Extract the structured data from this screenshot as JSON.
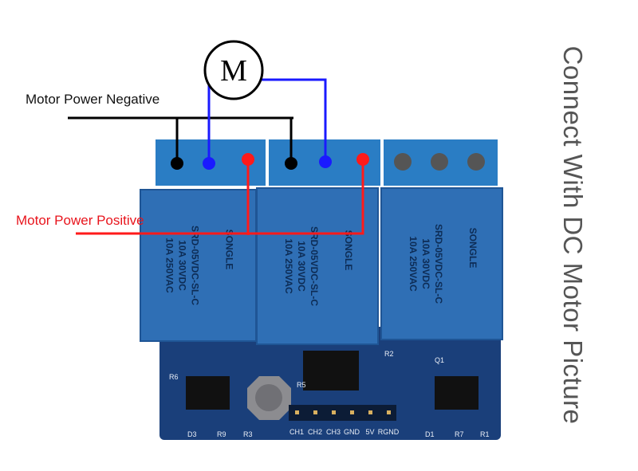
{
  "title": "Connect With DC Motor Picture",
  "labels": {
    "motor": "M",
    "negative": "Motor Power Negative",
    "positive": "Motor Power Positive"
  },
  "relay_text": {
    "model": "SRD-05VDC-SL-C",
    "brand": "SONGLE",
    "rating1": "10A 250VAC",
    "rating2": "10A 30VDC"
  },
  "header_pins": [
    "CH1",
    "CH2",
    "CH3",
    "GND",
    "5V",
    "RGND"
  ],
  "board_marks": [
    "D3",
    "R9",
    "R3",
    "D1",
    "R7",
    "R1",
    "R2",
    "R5",
    "R6",
    "Q1"
  ],
  "colors": {
    "negative": "#000000",
    "motor_wire": "#1a1aff",
    "positive": "#ff1a1a",
    "relay": "#2f6fb5",
    "pcb": "#1a3f7a",
    "terminal": "#2a7dc4"
  }
}
